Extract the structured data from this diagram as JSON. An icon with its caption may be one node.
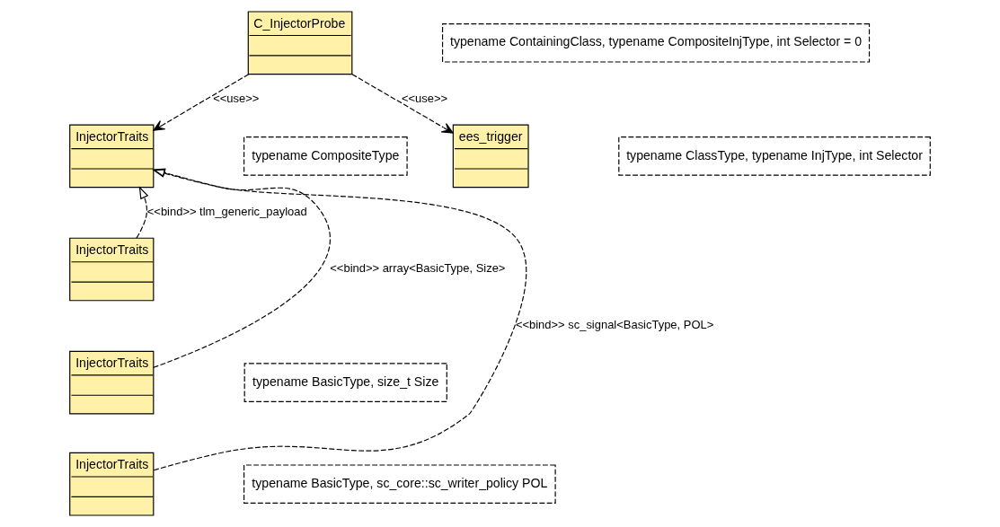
{
  "diagram": {
    "nodes": [
      {
        "text": [
          "C_InjectorProbe"
        ]
      },
      {
        "text": [
          "typename ContainingClass, typename CompositeInjType, int Selector = 0"
        ]
      },
      {
        "text": [
          "InjectorTraits"
        ]
      },
      {
        "text": [
          "typename CompositeType"
        ]
      },
      {
        "text": [
          "ees_trigger"
        ]
      },
      {
        "text": [
          "typename ClassType, typename InjType, int Selector"
        ]
      },
      {
        "text": [
          "InjectorTraits"
        ]
      },
      {
        "text": [
          "InjectorTraits"
        ]
      },
      {
        "text": [
          "typename BasicType, size_t Size"
        ]
      },
      {
        "text": [
          "InjectorTraits"
        ]
      },
      {
        "text": [
          "typename BasicType, sc_core::sc_writer_policy POL"
        ]
      }
    ],
    "edges": [
      {
        "from": 0,
        "to": 2,
        "arrow": "to",
        "label": "<<use>>",
        "style": "dashed"
      },
      {
        "from": 0,
        "to": 4,
        "arrow": "to",
        "label": "<<use>>",
        "style": "dashed"
      },
      {
        "from": 6,
        "to": 2,
        "arrow": "to",
        "label": "<<bind>> tlm_generic_payload",
        "style": "dashed"
      },
      {
        "from": 7,
        "to": 2,
        "arrow": "to",
        "label": "<<bind>> array<BasicType, Size>",
        "style": "dashed"
      },
      {
        "from": 9,
        "to": 2,
        "arrow": "to",
        "label": "<<bind>> sc_signal<BasicType, POL>",
        "style": "dashed"
      }
    ]
  }
}
